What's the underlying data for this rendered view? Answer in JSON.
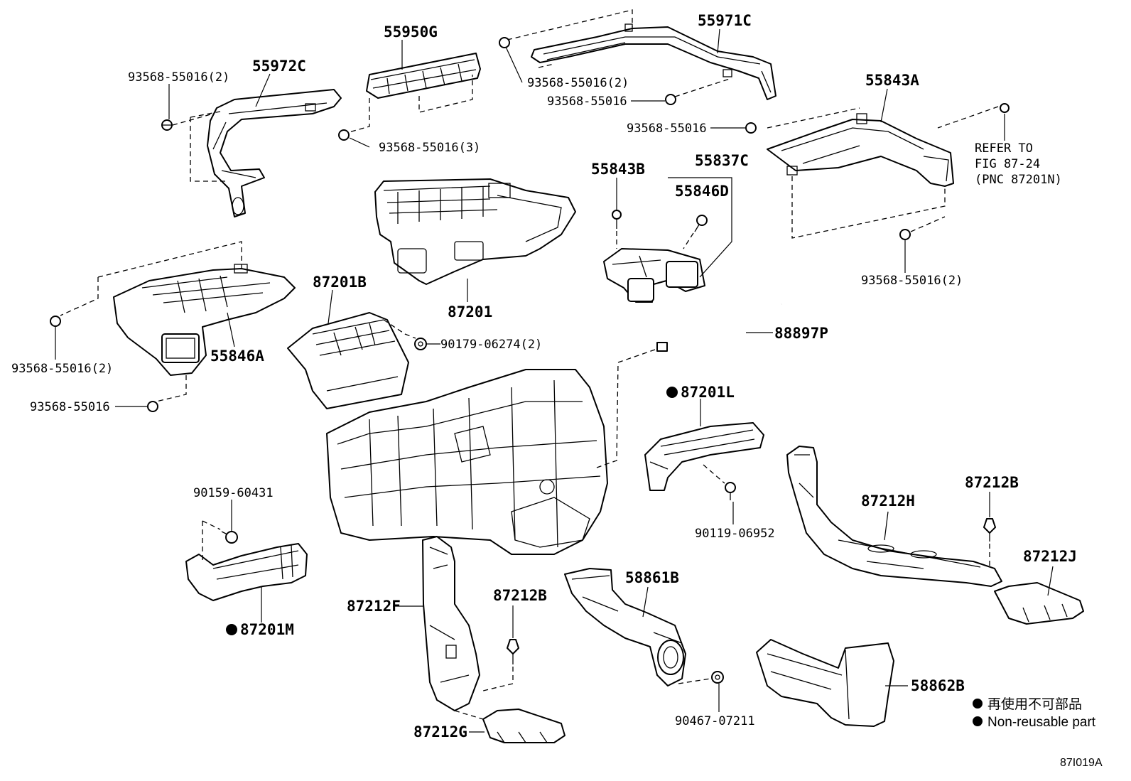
{
  "diagram": {
    "figure_code": "87I019A",
    "legend": {
      "japanese": "再使用不可部品",
      "english": "Non-reusable part",
      "marker_color": "#000000"
    },
    "labels": {
      "p55972C": "55972C",
      "p55950G": "55950G",
      "p55971C": "55971C",
      "p55843A": "55843A",
      "s_tl": "93568-55016(2)",
      "s_55950": "93568-55016(3)",
      "s_55971_a": "93568-55016(2)",
      "s_55971_b": "93568-55016",
      "s_55843_l": "93568-55016",
      "refer_1": "REFER TO",
      "refer_2": "FIG 87-24",
      "refer_3": "(PNC 87201N)",
      "p55843B": "55843B",
      "p55837C": "55837C",
      "p55846D": "55846D",
      "s_55843_r": "93568-55016(2)",
      "p87201": "87201",
      "p87201B": "87201B",
      "s_90179": "90179-06274(2)",
      "p55846A": "55846A",
      "s_ml_a": "93568-55016(2)",
      "s_ml_b": "93568-55016",
      "p88897P": "88897P",
      "p87201L": "87201L",
      "s_90119": "90119-06952",
      "s_90159": "90159-60431",
      "p87201M": "87201M",
      "p87212B_r": "87212B",
      "p87212H": "87212H",
      "p87212J": "87212J",
      "p87212F": "87212F",
      "p87212B_c": "87212B",
      "p58861B": "58861B",
      "p87212G": "87212G",
      "s_90467": "90467-07211",
      "p58862B": "58862B"
    }
  }
}
